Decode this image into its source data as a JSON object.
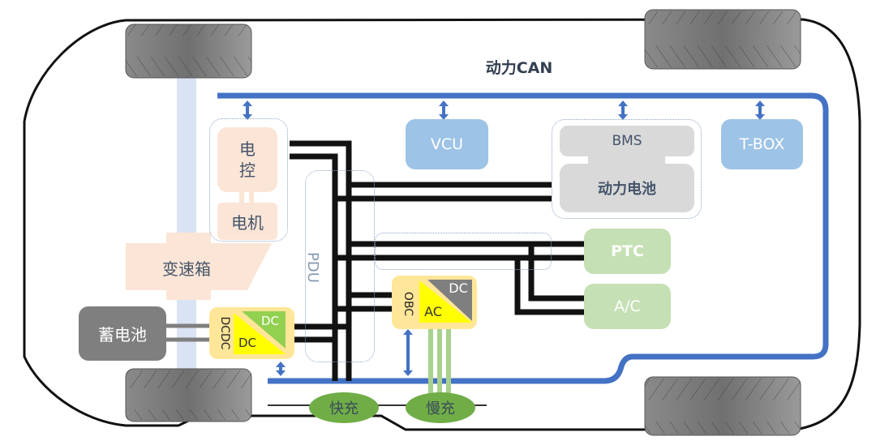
{
  "title": "动力CAN",
  "colors": {
    "can_bus": "#4472c4",
    "hv_wire": "#111111",
    "ecu_blue": "#9dc3e6",
    "motor_peach": "#fbe5d6",
    "battery_grey": "#d9d9d9",
    "hvac_green": "#c5e0b4",
    "converter_yellow": "#ffe699",
    "charge_port_green": "#70ad47",
    "lv_battery": "#7f7f7f",
    "shaft": "#dae3f3"
  },
  "components": {
    "motor_controller": "电\n控",
    "motor": "电机",
    "gearbox": "变速箱",
    "pdu": "PDU",
    "vcu": "VCU",
    "bms": "BMS",
    "power_battery": "动力电池",
    "tbox": "T-BOX",
    "ptc": "PTC",
    "ac": "A/C",
    "lv_battery": "蓄电池",
    "dcdc": {
      "label": "DCDC",
      "in": "DC",
      "out": "DC"
    },
    "obc": {
      "label": "OBC",
      "in": "AC",
      "out": "DC"
    },
    "fast_charge": "快充",
    "slow_charge": "慢充"
  }
}
